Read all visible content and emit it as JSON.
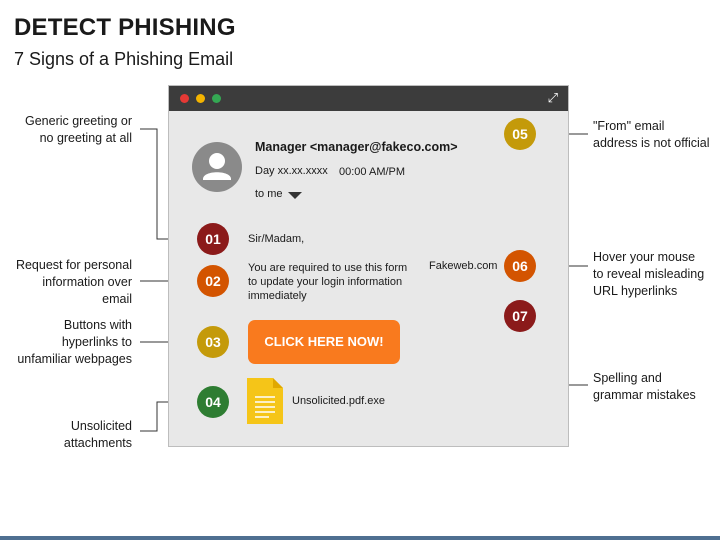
{
  "header": {
    "title": "DETECT PHISHING",
    "subtitle": "7 Signs of a Phishing Email"
  },
  "email": {
    "sender": "Manager <manager@fakeco.com>",
    "date": "Day xx.xx.xxxx",
    "time": "00:00 AM/PM",
    "to": "to me",
    "greeting": "Sir/Madam,",
    "body": [
      "You are required to use this form",
      "to update your login information",
      "immediately"
    ],
    "link_text": "Fakeweb.com",
    "button_label": "CLICK HERE NOW!",
    "attachment": "Unsolicited.pdf.exe"
  },
  "badges": [
    {
      "num": "01",
      "color": "#8b1a1a"
    },
    {
      "num": "02",
      "color": "#d35400"
    },
    {
      "num": "03",
      "color": "#c49a0a"
    },
    {
      "num": "04",
      "color": "#2e7d32"
    },
    {
      "num": "05",
      "color": "#c49a0a"
    },
    {
      "num": "06",
      "color": "#d35400"
    },
    {
      "num": "07",
      "color": "#8b1a1a"
    }
  ],
  "annotations": {
    "a01": [
      "Generic greeting or",
      "no greeting at all"
    ],
    "a02": [
      "Request for personal",
      "information over",
      "email"
    ],
    "a03": [
      "Buttons with",
      "hyperlinks to",
      "unfamiliar webpages"
    ],
    "a04": [
      "Unsolicited",
      "attachments"
    ],
    "a05": [
      "\"From\" email",
      "address is not official"
    ],
    "a06": [
      "Hover your mouse",
      "to reveal misleading",
      "URL hyperlinks"
    ],
    "a07": [
      "Spelling and",
      "grammar mistakes"
    ]
  },
  "colors": {
    "titlebar": "#3c3c3c",
    "window_bg": "#e8e8e8",
    "button": "#f97a1e",
    "file_icon": "#f5c518",
    "dot_red": "#e53935",
    "dot_yellow": "#f4b400",
    "dot_green": "#34a853"
  },
  "icons": [
    "user-avatar-icon",
    "chevron-down-icon",
    "expand-icon",
    "document-icon"
  ]
}
